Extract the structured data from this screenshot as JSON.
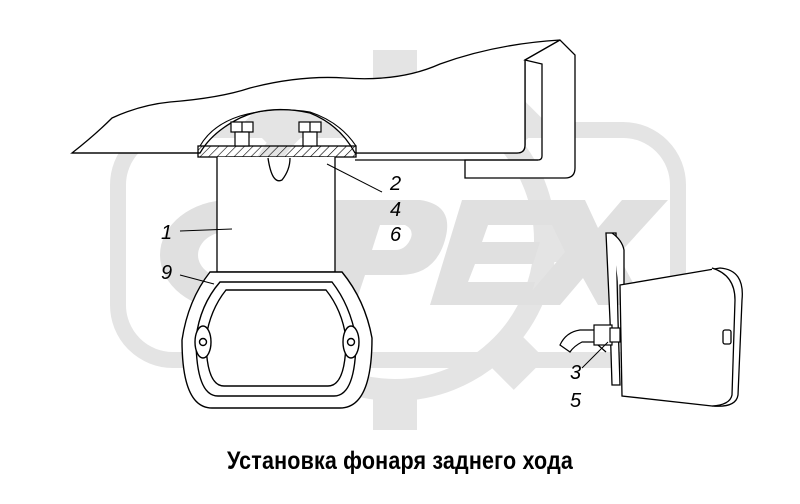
{
  "caption": "Установка фонаря заднего хода",
  "watermark": {
    "text": "OPEX",
    "color": "#e4e4e4"
  },
  "callouts": {
    "c1": "1",
    "c2": "2",
    "c3": "3",
    "c4": "4",
    "c5": "5",
    "c6": "6",
    "c9": "9"
  },
  "colors": {
    "line": "#000000",
    "background": "#ffffff"
  }
}
